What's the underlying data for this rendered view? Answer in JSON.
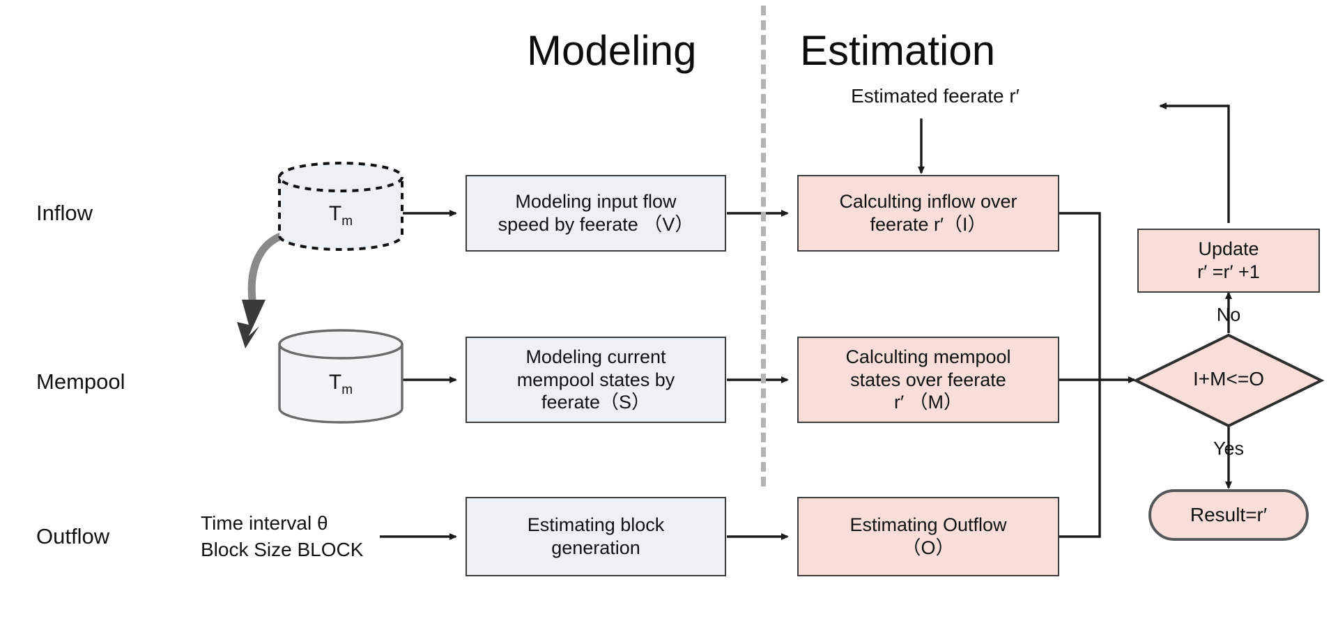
{
  "sections": {
    "modeling": "Modeling",
    "estimation": "Estimation"
  },
  "row_labels": {
    "inflow": "Inflow",
    "mempool": "Mempool",
    "outflow": "Outflow"
  },
  "stores": {
    "inflow_cylinder": "T",
    "inflow_cylinder_sub": "m",
    "mempool_cylinder": "T",
    "mempool_cylinder_sub": "m"
  },
  "inputs": {
    "time_interval": "Time interval  θ",
    "block_size": "Block Size BLOCK"
  },
  "modeling_boxes": [
    {
      "id": "modeling-input-flow",
      "lines": [
        "Modeling input flow",
        "speed by feerate  （V）"
      ]
    },
    {
      "id": "modeling-mempool-states",
      "lines": [
        "Modeling current",
        "mempool states by",
        "feerate（S）"
      ]
    },
    {
      "id": "estimating-block-generation",
      "lines": [
        "Estimating block",
        "generation"
      ]
    }
  ],
  "estimation_boxes": [
    {
      "id": "calculating-inflow",
      "lines": [
        "Calculting inflow over",
        "feerate r′（I）"
      ]
    },
    {
      "id": "calculating-mempool",
      "lines": [
        "Calculting mempool",
        "states over feerate",
        "r′ （M）"
      ]
    },
    {
      "id": "estimating-outflow",
      "lines": [
        "Estimating Outflow",
        "（O）"
      ]
    }
  ],
  "control": {
    "estimated_feerate": "Estimated feerate r′",
    "update_line1": "Update",
    "update_line2": "r′  =r′  +1",
    "decision": "I+M<=O",
    "branch_no": "No",
    "branch_yes": "Yes",
    "result": "Result=r′"
  },
  "colors": {
    "pink_fill": "#f7ded9",
    "grey_fill": "#eef1f4",
    "border": "#3b3b3b",
    "divider": "#b3b3b3"
  }
}
